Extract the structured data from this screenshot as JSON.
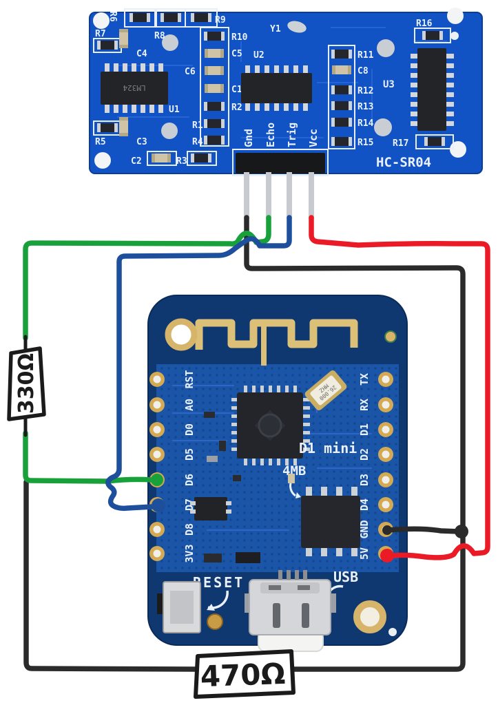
{
  "sensor_board": {
    "name": "HC-SR04",
    "pins": [
      "Gnd",
      "Echo",
      "Trig",
      "Vcc"
    ],
    "u1_marking": "LM324",
    "labels": {
      "r1": "R1",
      "r2": "R2",
      "r3": "R3",
      "r4": "R4",
      "r5": "R5",
      "r6": "R6",
      "r7": "R7",
      "r8": "R8",
      "r9": "R9",
      "r10": "R10",
      "r11": "R11",
      "r12": "R12",
      "r13": "R13",
      "r14": "R14",
      "r15": "R15",
      "r16": "R16",
      "r17": "R17",
      "c1": "C1",
      "c2": "C2",
      "c3": "C3",
      "c4": "C4",
      "c5": "C5",
      "c6": "C6",
      "c8": "C8",
      "u1": "U1",
      "u2": "U2",
      "u3": "U3",
      "y1": "Y1"
    }
  },
  "mcu_board": {
    "name": "D1 mini",
    "flash_label": "4MB",
    "crystal_line1": "26.000",
    "crystal_line2": "MHZ",
    "reset_label": "RESET",
    "usb_label": "USB",
    "left_pins": [
      "RST",
      "A0",
      "D0",
      "D5",
      "D6",
      "D7",
      "D8",
      "3V3"
    ],
    "right_pins": [
      "TX",
      "RX",
      "D1",
      "D2",
      "D3",
      "D4",
      "GND",
      "5V"
    ]
  },
  "resistors": {
    "series": {
      "label": "330Ω"
    },
    "pulldown": {
      "label": "470Ω"
    }
  },
  "wires": {
    "gnd": {
      "color": "#2b2b2b",
      "from": "HC-SR04 Gnd",
      "to": "D1 mini GND"
    },
    "echo": {
      "color": "#18a03a",
      "from": "HC-SR04 Echo",
      "to": "D1 mini D6"
    },
    "trig": {
      "color": "#1d4f9c",
      "from": "HC-SR04 Trig",
      "to": "D1 mini D7"
    },
    "vcc": {
      "color": "#ea1b26",
      "from": "HC-SR04 Vcc",
      "to": "D1 mini 5V"
    }
  },
  "colors": {
    "sensor_pcb": "#1153c5",
    "mcu_pcb_edge": "#0f3770",
    "mcu_pcb_core": "#1a55a8",
    "gold": "#d0a84f",
    "silkscreen": "#eaf1fb"
  }
}
